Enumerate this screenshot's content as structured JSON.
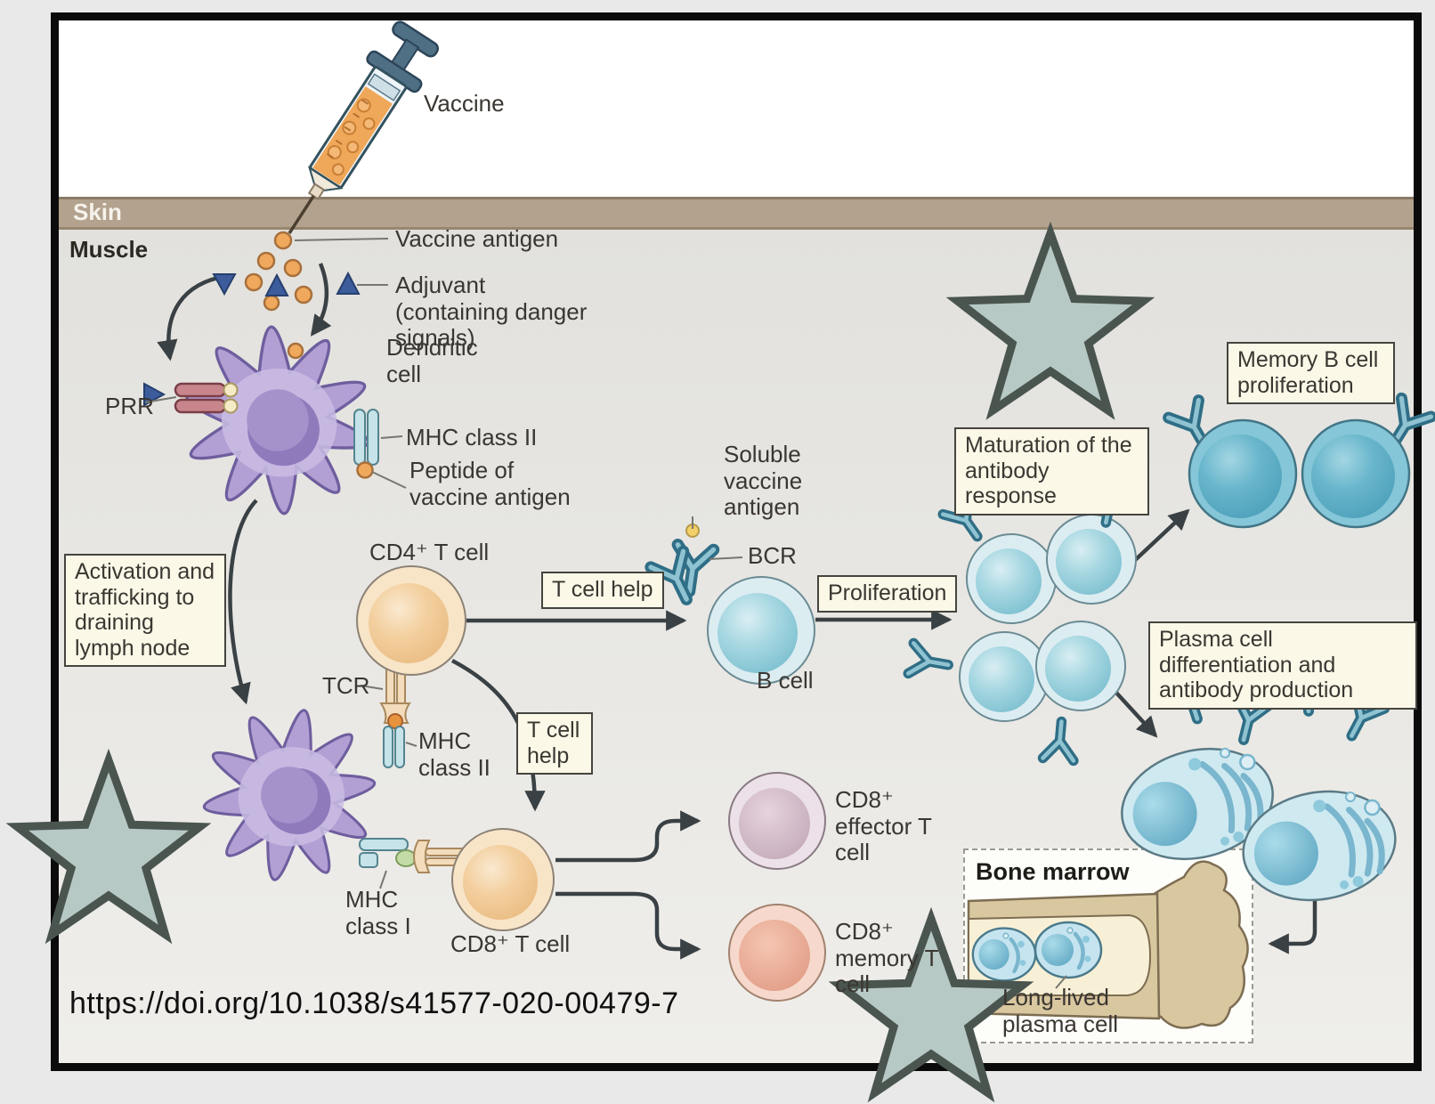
{
  "source": {
    "url": "https://doi.org/10.1038/s41577-020-00479-7"
  },
  "regions": {
    "skin": "Skin",
    "muscle": "Muscle"
  },
  "labels": {
    "vaccine": "Vaccine",
    "vaccine_antigen": "Vaccine antigen",
    "adjuvant": "Adjuvant (containing danger signals)",
    "dendritic_cell": "Dendritic cell",
    "prr": "PRR",
    "mhc_class_ii_top": "MHC class II",
    "peptide": "Peptide of vaccine antigen",
    "activation_box": "Activation and trafficking to draining lymph node",
    "cd4_t_cell": "CD4⁺ T cell",
    "tcr": "TCR",
    "t_cell_help_1": "T cell help",
    "t_cell_help_2": "T cell help",
    "soluble_antigen": "Soluble vaccine antigen",
    "bcr": "BCR",
    "b_cell": "B cell",
    "proliferation": "Proliferation",
    "maturation_box": "Maturation of the antibody response",
    "memory_b_box": "Memory B cell proliferation",
    "plasma_diff_box": "Plasma cell differentiation and antibody production",
    "mhc_class_ii_bottom": "MHC class II",
    "mhc_class_i": "MHC class I",
    "cd8_t_cell": "CD8⁺ T cell",
    "cd8_effector": "CD8⁺ effector T cell",
    "cd8_memory": "CD8⁺ memory T cell",
    "bone_marrow": "Bone marrow",
    "long_lived_plasma_cell": "Long-lived plasma cell"
  },
  "annotations": {
    "star_count": 3
  },
  "colors": {
    "frame_border": "#0b0b0b",
    "outer_bg": "#e9e9e9",
    "skin_band": "#b3a28d",
    "muscle_bg": "#e7e6e2",
    "box_bg": "#fbf8e8",
    "box_border": "#45443e",
    "text": "#3a3631",
    "arrow": "#3a4145",
    "star_fill": "#b7c9c5",
    "star_stroke": "#4a5550",
    "dendritic": "#b2a0d4",
    "antigen": "#f0a85c",
    "adjuvant": "#3d5c9c",
    "antibody": "#2f6e86",
    "t_cell": "#f8e5c8",
    "b_cell": "#9fd2de",
    "memory_b_cell": "#6fbcd2",
    "plasma_cell": "#cfe9f1",
    "cd8_effector_cell": "#d9c2d0",
    "cd8_memory_cell": "#eaa88f",
    "bone": "#d9c7a0"
  }
}
